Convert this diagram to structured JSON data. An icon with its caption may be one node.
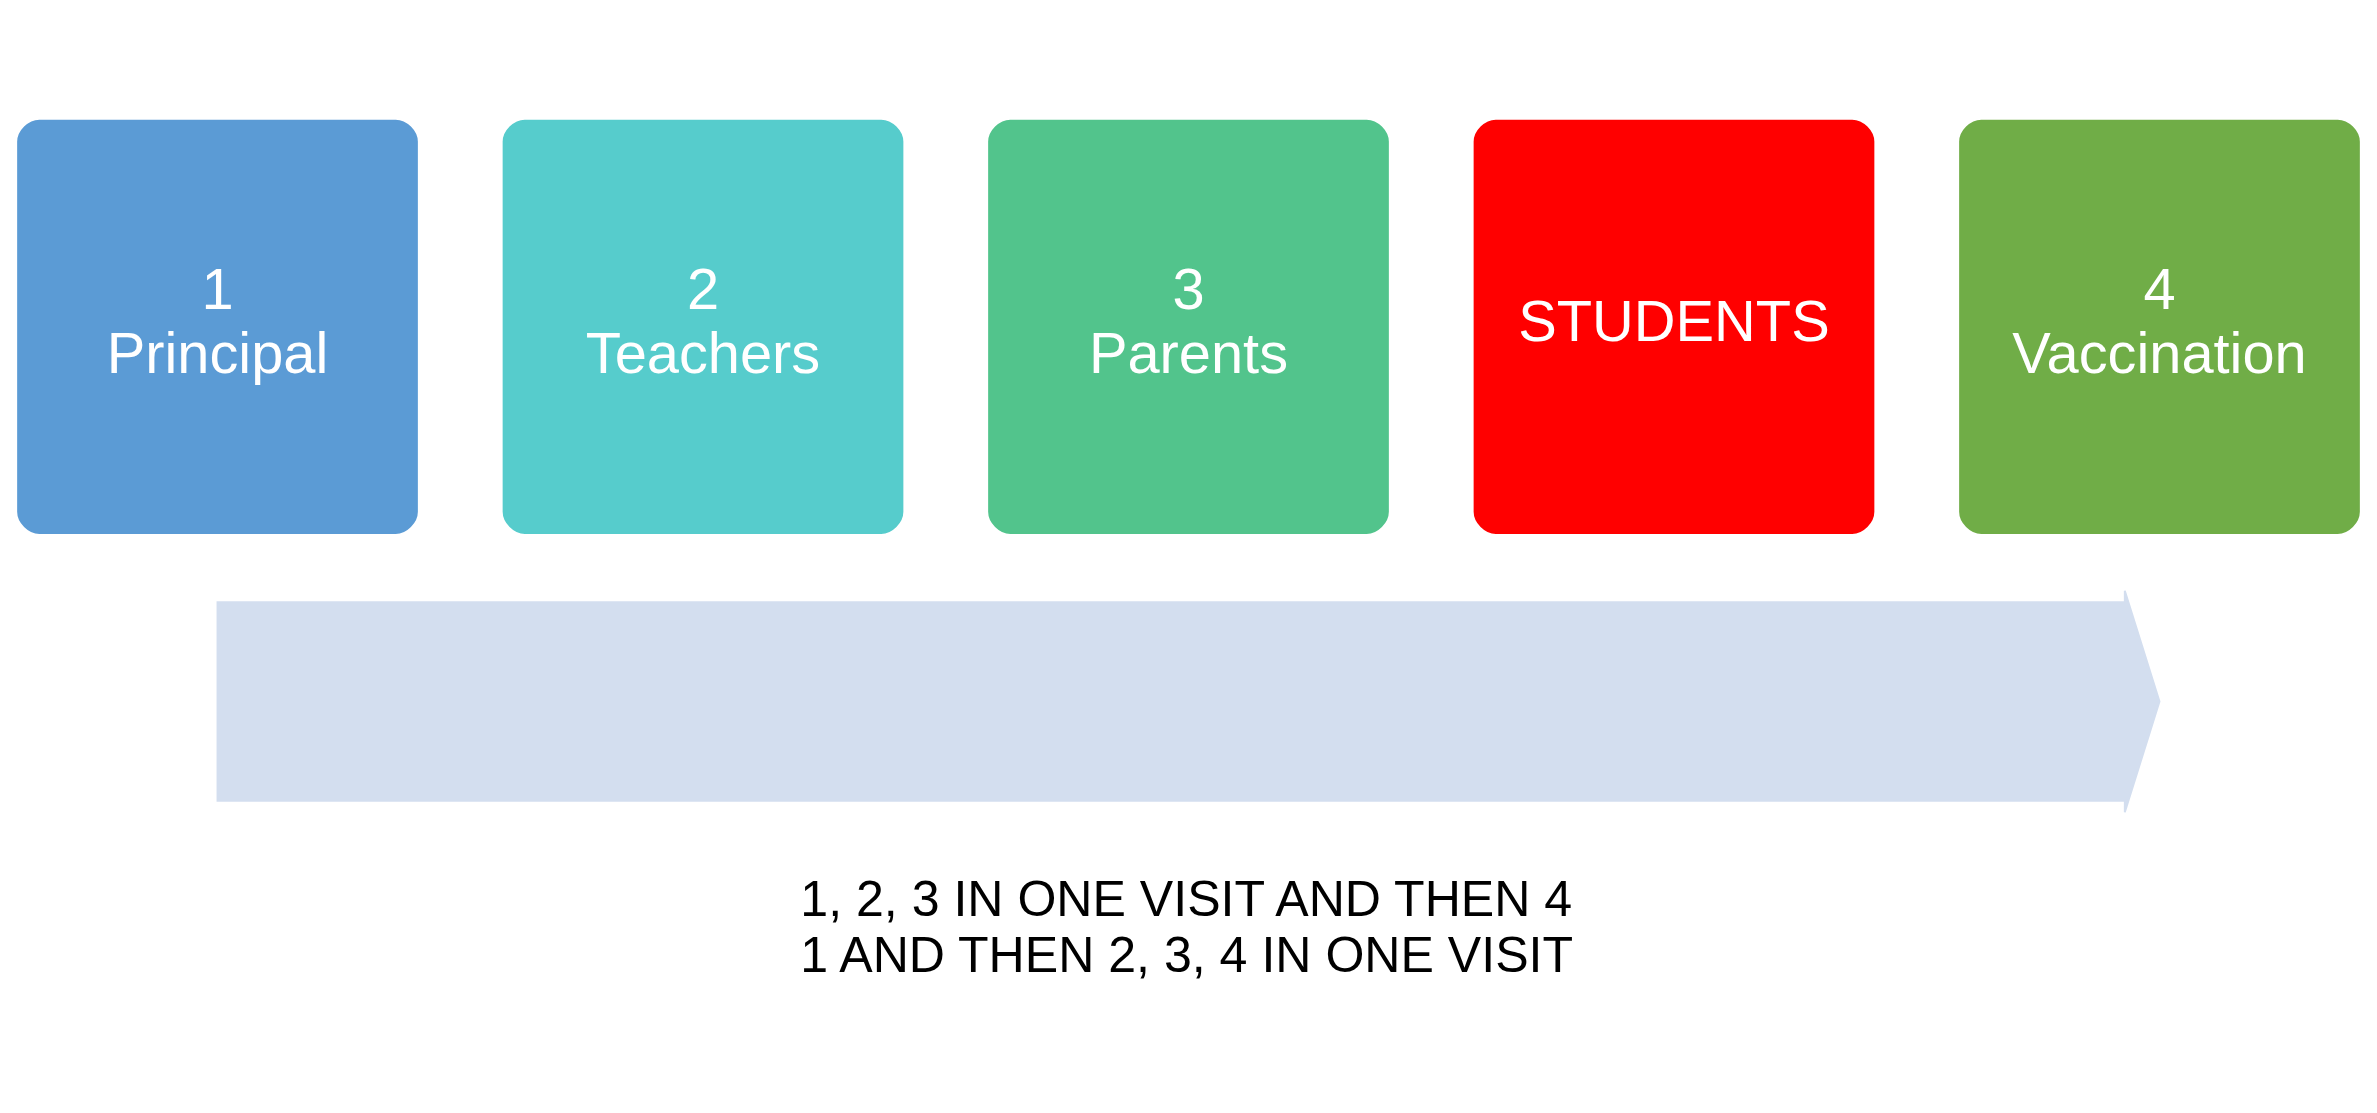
{
  "diagram": {
    "nodes": [
      {
        "text": [],
        "shape": "arrow"
      },
      {
        "text": [
          "1",
          "Principal"
        ]
      },
      {
        "text": [
          "2",
          "Teachers"
        ]
      },
      {
        "text": [
          "3",
          "Parents"
        ]
      },
      {
        "text": [
          "STUDENTS"
        ]
      },
      {
        "text": [
          "4",
          "Vaccination"
        ]
      }
    ],
    "edges": [],
    "labels": [
      "1, 2, 3 IN ONE VISIT AND THEN 4",
      "1 AND THEN 2, 3, 4 IN ONE VISIT"
    ]
  }
}
